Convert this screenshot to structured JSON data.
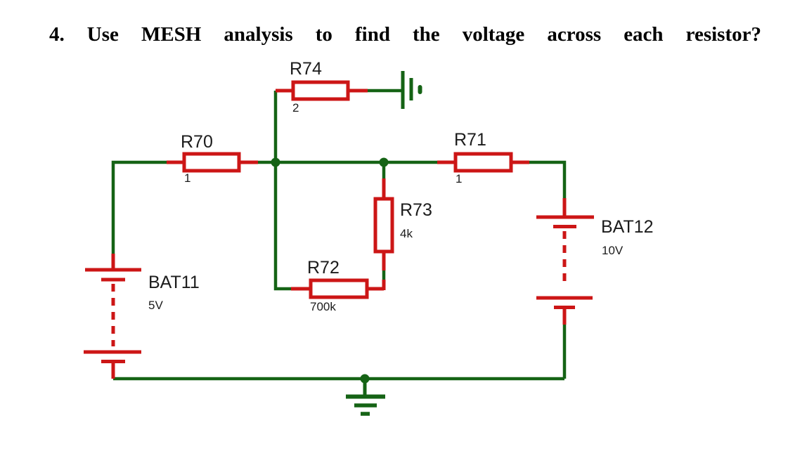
{
  "title": "4. Use MESH analysis to find the voltage across each resistor?",
  "colors": {
    "wire": "#156315",
    "component": "#cc1616",
    "label": "#1c1c1c",
    "background": "#ffffff"
  },
  "components": {
    "r70": {
      "label": "R70",
      "value": "1"
    },
    "r71": {
      "label": "R71",
      "value": "1"
    },
    "r72": {
      "label": "R72",
      "value": "700k"
    },
    "r73": {
      "label": "R73",
      "value": "4k"
    },
    "r74": {
      "label": "R74",
      "value": "2"
    },
    "bat11": {
      "label": "BAT11",
      "value": "5V"
    },
    "bat12": {
      "label": "BAT12",
      "value": "10V"
    }
  }
}
